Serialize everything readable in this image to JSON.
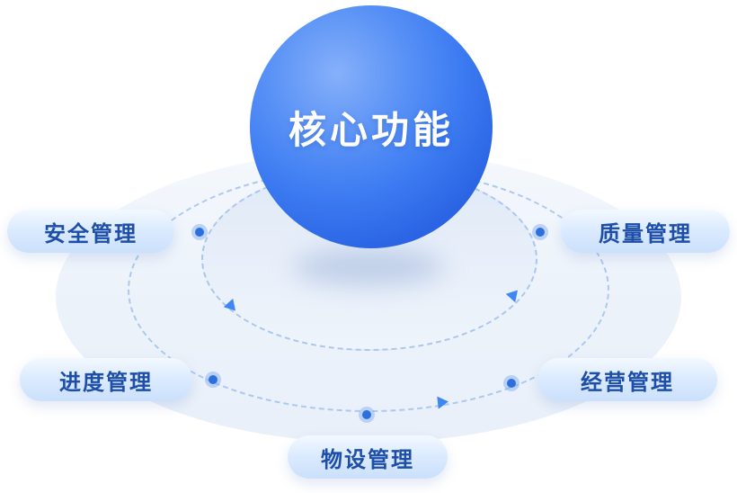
{
  "diagram": {
    "center_label": "核心功能",
    "items": [
      {
        "id": "safety",
        "label": "安全管理"
      },
      {
        "id": "quality",
        "label": "质量管理"
      },
      {
        "id": "progress",
        "label": "进度管理"
      },
      {
        "id": "operations",
        "label": "经营管理"
      },
      {
        "id": "materials",
        "label": "物设管理"
      }
    ],
    "colors": {
      "sphere_highlight": "#86b0fa",
      "sphere_main": "#3d7cf2",
      "sphere_deep": "#2257d8",
      "sphere_text": "#ffffff",
      "pill_text": "#1d4ea8",
      "pill_bg_top": "#f3f9ff",
      "pill_bg_bottom": "#cbe0fc",
      "orbit_dash": "#abc8ef",
      "dot_core": "#2e6fe0",
      "dot_halo": "#7daaf0",
      "arrow": "#3f87f5",
      "platform_bg": "#ecf2fa",
      "background": "#ffffff"
    }
  }
}
